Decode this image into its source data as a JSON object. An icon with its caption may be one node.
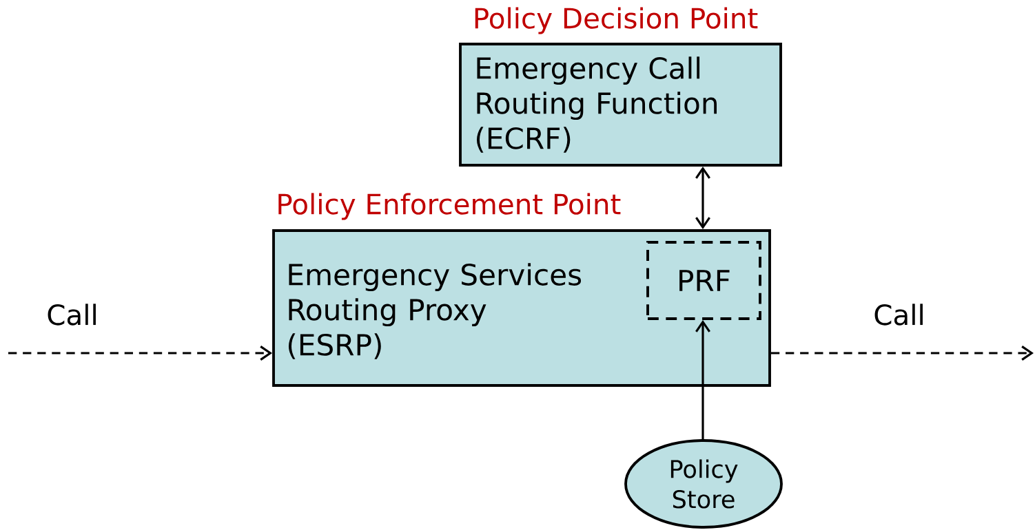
{
  "diagram": {
    "nodes": [
      {
        "text": [
          "Policy Decision Point",
          "Emergency Call Routing Function (ECRF)"
        ]
      },
      {
        "text": [
          "Policy Enforcement Point",
          "Emergency Services Routing Proxy (ESRP)"
        ]
      },
      {
        "text": [
          "PRF"
        ],
        "in": 1
      },
      {
        "text": [
          "Policy Store"
        ]
      }
    ],
    "edges": [
      {
        "from": 0,
        "to": 1,
        "arrow": "both"
      },
      {
        "from": 3,
        "to": 2,
        "arrow": "to"
      },
      {
        "from": null,
        "to": 1,
        "arrow": "to",
        "style": "dashed",
        "label": "Call"
      },
      {
        "from": 1,
        "to": null,
        "arrow": "to",
        "style": "dashed",
        "label": "Call"
      }
    ]
  }
}
